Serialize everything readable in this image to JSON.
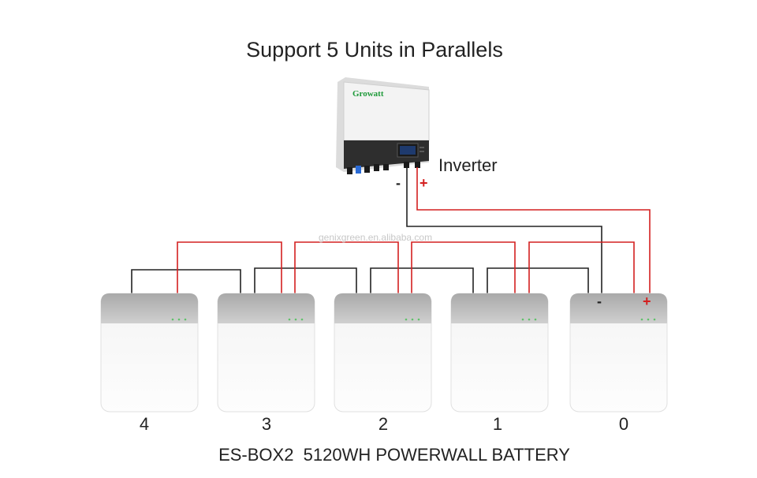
{
  "diagram": {
    "title": "Support 5 Units in Parallels",
    "inverter": {
      "brand": "Growatt",
      "label": "Inverter",
      "minus": "-",
      "plus": "+"
    },
    "watermark": "genixgreen.en.alibaba.com",
    "batteries": [
      {
        "number": "4"
      },
      {
        "number": "3"
      },
      {
        "number": "2"
      },
      {
        "number": "1"
      },
      {
        "number": "0",
        "minus": "-",
        "plus": "+"
      }
    ],
    "bottom_title": "ES-BOX2  5120WH POWERWALL BATTERY",
    "colors": {
      "positive_wire": "#d42020",
      "negative_wire": "#222222",
      "brand_green": "#1f9a3a",
      "battery_led": "#5fc26a"
    }
  }
}
